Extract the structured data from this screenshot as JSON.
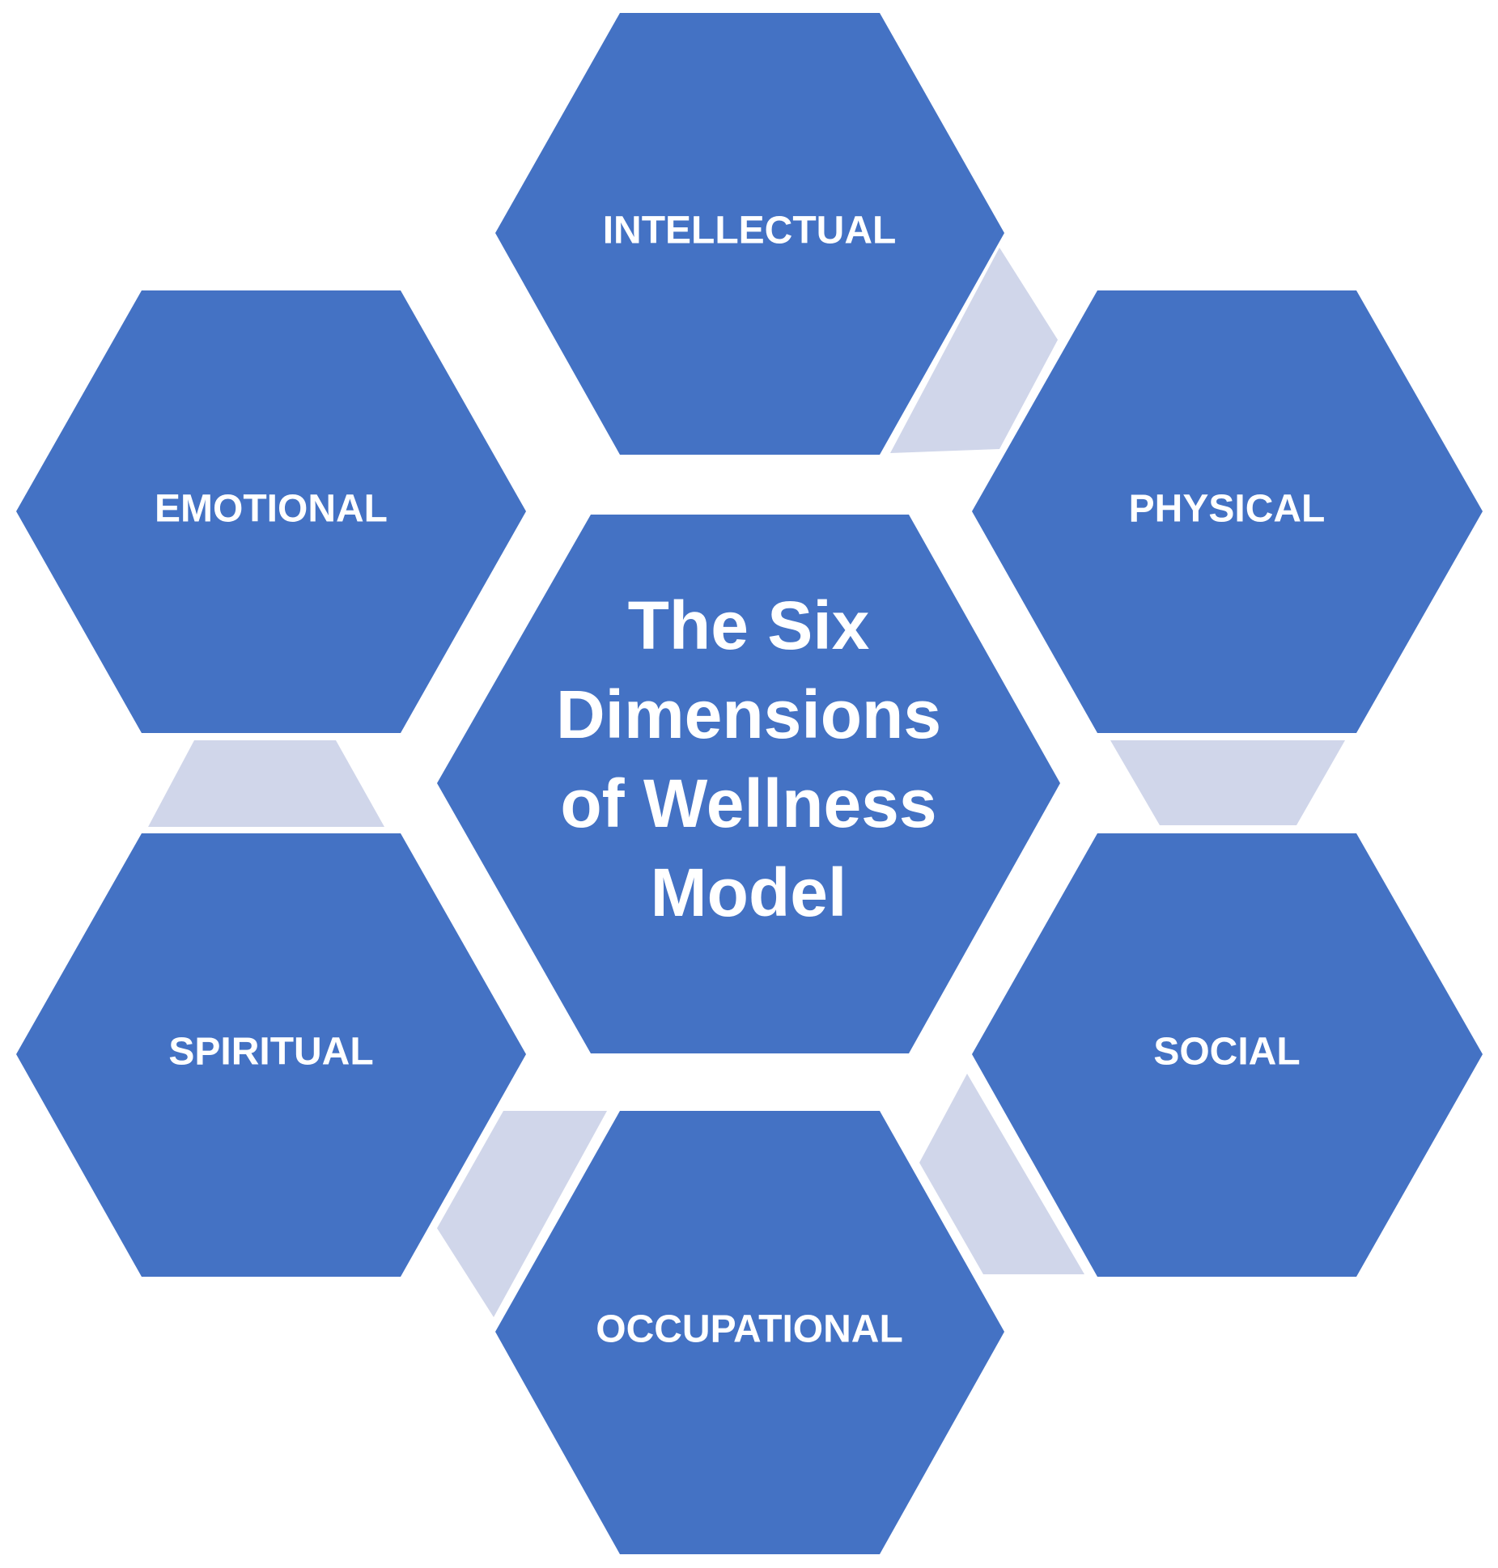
{
  "diagram": {
    "center": {
      "lines": [
        "The Six",
        "Dimensions",
        "of Wellness",
        "Model"
      ]
    },
    "dimensions": [
      {
        "label": "INTELLECTUAL"
      },
      {
        "label": "PHYSICAL"
      },
      {
        "label": "SOCIAL"
      },
      {
        "label": "OCCUPATIONAL"
      },
      {
        "label": "SPIRITUAL"
      },
      {
        "label": "EMOTIONAL"
      }
    ],
    "colors": {
      "hexagon_fill": "#4472C4",
      "connector_fill": "#D0D6EA",
      "label_text": "#FFFFFF",
      "background": "#FFFFFF"
    }
  }
}
